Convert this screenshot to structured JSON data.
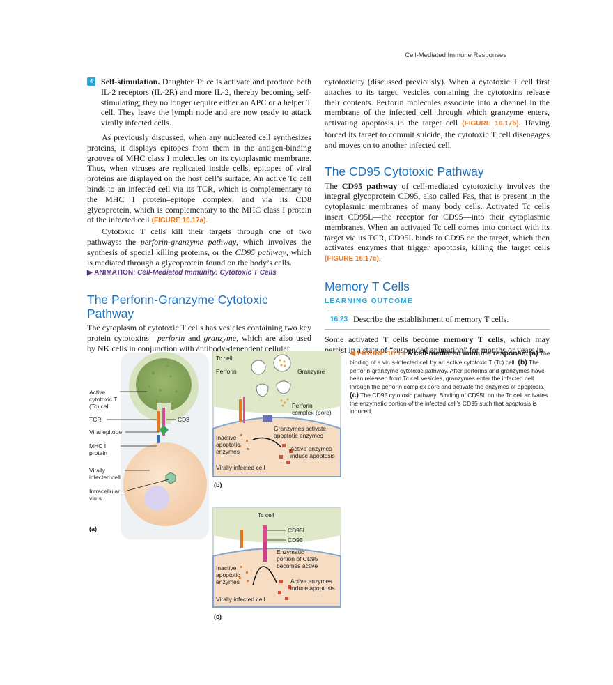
{
  "running_head": "Cell-Mediated Immune Responses",
  "left_column": {
    "step4": {
      "number": "4",
      "title": "Self-stimulation.",
      "text": " Daughter Tc cells activate and produce both IL-2 receptors (IL-2R) and more IL-2, thereby becoming self-stimulating; they no longer require either an APC or a helper T cell. They leave the lymph node and are now ready to attack virally infected cells."
    },
    "para1": {
      "text": "As previously discussed, when any nucleated cell synthesizes proteins, it displays epitopes from them in the antigen-binding grooves of MHC class I molecules on its cytoplasmic membrane. Thus, when viruses are replicated inside cells, epitopes of viral proteins are displayed on the host cell’s surface. An active Tc cell binds to an infected cell via its TCR, which is complementary to the MHC I protein–epitope complex, and via its CD8 glycoprotein, which is complementary to the MHC class I protein of the infected cell ",
      "figref": "(FIGURE 16.17a)",
      "end": "."
    },
    "para2": {
      "t1": "Cytotoxic T cells kill their targets through one of two pathways: the ",
      "i1": "perforin-granzyme pathway",
      "t2": ", which involves the synthesis of special killing proteins, or the ",
      "i2": "CD95 pathway",
      "t3": ", which is mediated through a glycoprotein found on the body’s cells."
    },
    "animation": {
      "arrow": "▶",
      "label": "ANIMATION:",
      "title": "Cell‐Mediated Immunity: Cytotoxic T Cells"
    },
    "heading_pg": "The Perforin-Granzyme Cytotoxic Pathway",
    "para3": {
      "t1": "The cytoplasm of cytotoxic T cells has vesicles containing two key protein cytotoxins—",
      "i1": "perforin",
      "t2": " and ",
      "i2": "granzyme",
      "t3": ", which are also used by NK cells in conjunction with antibody-dependent cellular"
    }
  },
  "right_column": {
    "para_cont": {
      "text": "cytotoxicity (discussed previously). When a cytotoxic T cell first attaches to its target, vesicles containing the cytotoxins release their contents. Perforin molecules associate into a channel in the membrane of the infected cell through which granzyme enters, activating apoptosis in the target cell ",
      "figref": "(FIGURE 16.17b)",
      "end": ". Having forced its target to commit suicide, the cytotoxic T cell disengages and moves on to another infected cell."
    },
    "heading_cd95": "The CD95 Cytotoxic Pathway",
    "para_cd95": {
      "t1": "The ",
      "b1": "CD95 pathway",
      "t2": " of cell-mediated cytotoxicity involves the integral glycoprotein CD95, also called Fas, that is present in the cytoplasmic membranes of many body cells. Activated Tc cells insert CD95L—the receptor for CD95—into their cytoplasmic membranes. When an activated Tc cell comes into contact with its target via its TCR, CD95L binds to CD95 on the target, which then activates enzymes that trigger apoptosis, killing the target cells ",
      "figref": "(FIGURE 16.17c)",
      "end": "."
    },
    "heading_memory": "Memory T Cells",
    "learning_outcome": {
      "header": "LEARNING OUTCOME",
      "number": "16.23",
      "text": "Describe the establishment of memory T cells."
    },
    "para_memory": {
      "t1": "Some activated T cells become ",
      "b1": "memory T cells",
      "t2": ", which may persist in a state of “suspended animation” for months or years in"
    }
  },
  "figure": {
    "caption": {
      "arrow": "◀",
      "fig": "FIGURE 16.17",
      "title": " A cell-mediated immune response.",
      "a_tag": "(a)",
      "a_text": " The binding of a virus-infected cell by an active cytotoxic T (Tc) cell. ",
      "b_tag": "(b)",
      "b_text": " The perforin-granzyme cytotoxic pathway. After perforins and granzymes have been released from Tc cell vesicles, granzymes enter the infected cell through the perforin complex pore and activate the enzymes of apoptosis. ",
      "c_tag": "(c)",
      "c_text": " The CD95 cytotoxic pathway. Binding of CD95L on the Tc cell activates the enzymatic portion of the infected cell’s CD95 such that apoptosis is induced."
    },
    "panel_a": {
      "tag": "(a)",
      "active_tc": [
        "Active",
        "cytotoxic T",
        "(Tc) cell"
      ],
      "tcr": "TCR",
      "cd8": "CD8",
      "viral_epitope": "Viral epitope",
      "mhc": [
        "MHC I",
        "protein"
      ],
      "infected": [
        "Virally",
        "infected cell"
      ],
      "virus": [
        "Intracellular",
        "virus"
      ]
    },
    "panel_b": {
      "tag": "(b)",
      "tc_cell": "Tc cell",
      "perforin": "Perforin",
      "granzyme": "Granzyme",
      "pore": [
        "Perforin",
        "complex (pore)"
      ],
      "inactive": [
        "Inactive",
        "apoptotic",
        "enzymes"
      ],
      "activate": [
        "Granzymes activate",
        "apoptotic enzymes"
      ],
      "active": [
        "Active enzymes",
        "induce apoptosis"
      ],
      "infected": "Virally infected cell"
    },
    "panel_c": {
      "tag": "(c)",
      "tc_cell": "Tc cell",
      "cd95l": "CD95L",
      "cd95": "CD95",
      "enzymatic": [
        "Enzymatic",
        "portion of CD95",
        "becomes active"
      ],
      "inactive": [
        "Inactive",
        "apoptotic",
        "enzymes"
      ],
      "active": [
        "Active enzymes",
        "induce apoptosis"
      ],
      "infected": "Virally infected cell"
    }
  }
}
